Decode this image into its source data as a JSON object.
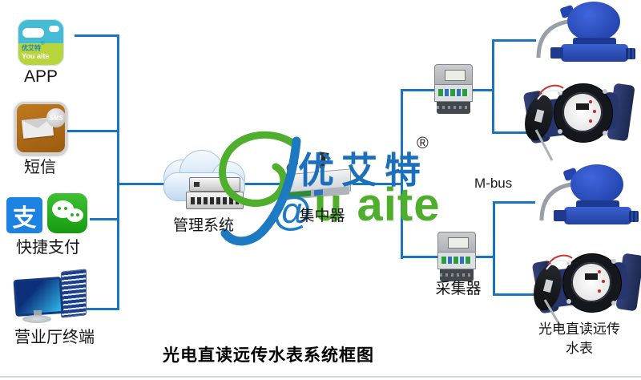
{
  "title": "光电直读远传水表系统框图",
  "nodes": {
    "app": {
      "label": "APP"
    },
    "sms": {
      "label": "短信"
    },
    "payment": {
      "label": "快捷支付"
    },
    "hall_terminal": {
      "label": "营业厅终端"
    },
    "management_system": {
      "label": "管理系统"
    },
    "concentrator": {
      "label": "集中器"
    },
    "collector": {
      "label": "采集器"
    },
    "remote_meter": {
      "label_line1": "光电直读远传",
      "label_line2": "水表"
    }
  },
  "annotations": {
    "bus": "M-bus"
  },
  "watermark": {
    "brand_cn": "优艾特",
    "registered": "®",
    "at_sign": "@",
    "brand_en_tail": "u aite"
  },
  "icons": {
    "app": {
      "logo_cn": "优艾特",
      "logo_reg": "®",
      "logo_en": "You aite"
    },
    "sms": {
      "badge": "SMS"
    },
    "alipay": {
      "glyph": "支"
    }
  },
  "colors": {
    "connector_blue": "#1b75bc",
    "brand_blue": "#1b6fbb",
    "brand_green": "#4faf2d",
    "sms_orange": "#a86612",
    "alipay_blue": "#1b82e2",
    "wechat_green": "#2fae24",
    "app_teal": "#45bcd6",
    "app_green": "#b8d53c",
    "small_meter_blue": "#2e55c3",
    "large_meter_navy": "#26356b",
    "background": "#ffffff"
  }
}
